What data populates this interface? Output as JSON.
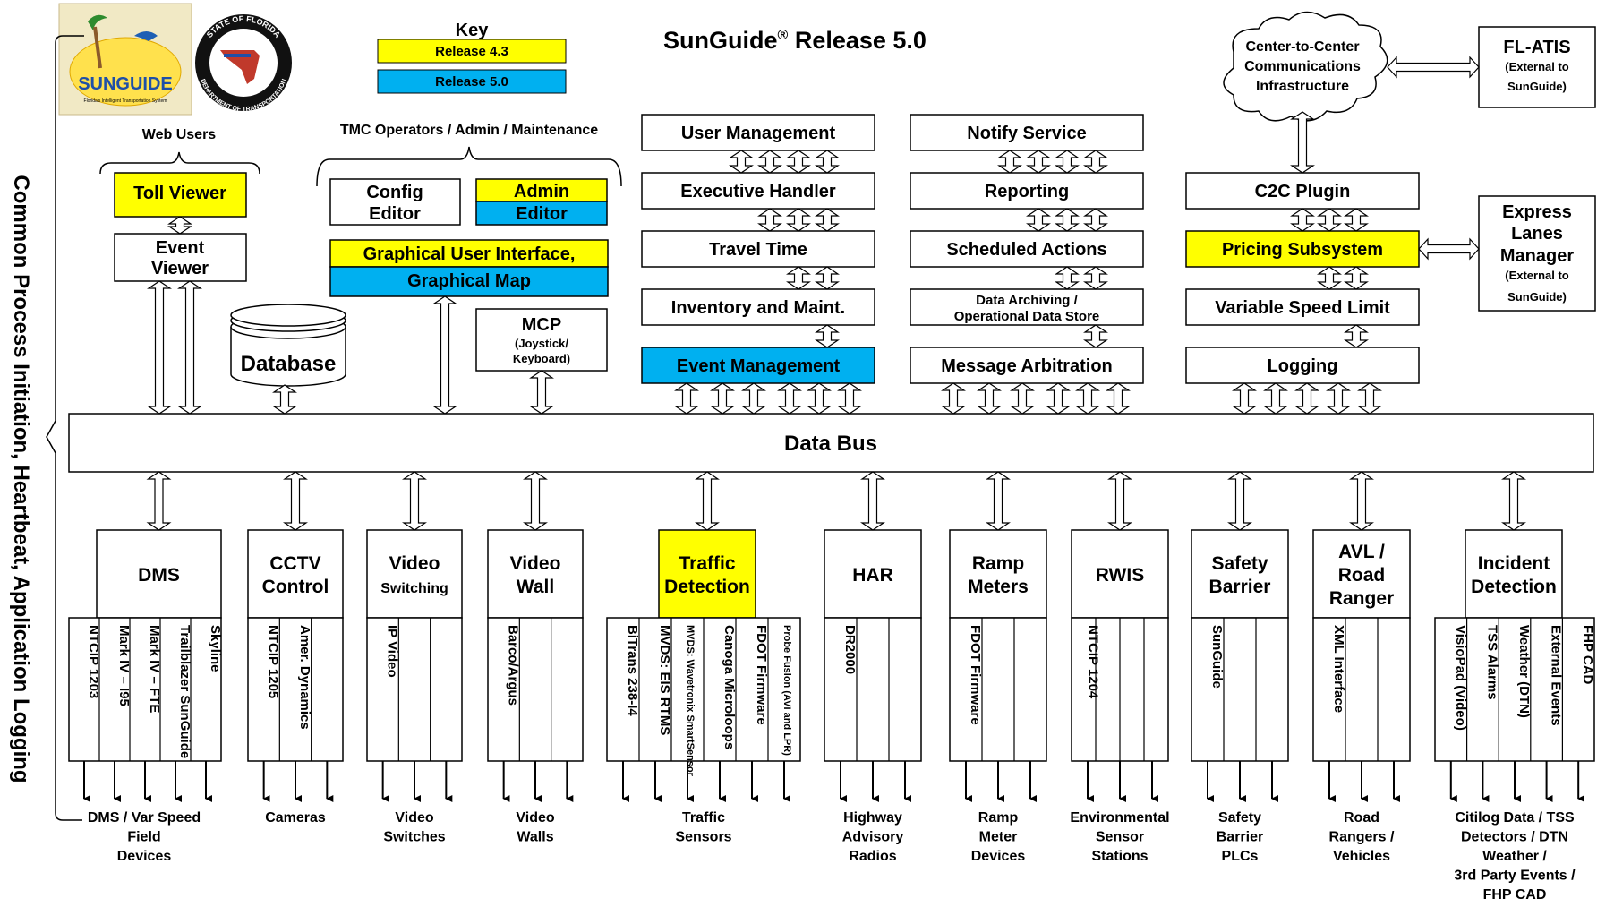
{
  "title": "SunGuide",
  "title_sup": "®",
  "title_rest": " Release 5.0",
  "logo_text": "SUNGUIDE",
  "logo_tagline": "Florida's Intelligent Transportation System",
  "seal_top": "STATE OF FLORIDA",
  "seal_bottom": "DEPARTMENT OF TRANSPORTATION",
  "side_label": "Common Process Initiation, Heartbeat, Application Logging",
  "colors": {
    "r43": "#ffff00",
    "r50": "#00b0f0",
    "line": "#000000"
  },
  "key": {
    "title": "Key",
    "r43": "Release 4.3",
    "r50": "Release 5.0"
  },
  "web_users": "Web Users",
  "toll_viewer": "Toll Viewer",
  "event_viewer": [
    "Event",
    "Viewer"
  ],
  "tmc_label": "TMC Operators / Admin / Maintenance",
  "config_editor": [
    "Config",
    "Editor"
  ],
  "admin_editor": [
    "Admin",
    "Editor"
  ],
  "gui": [
    "Graphical User Interface,",
    "Graphical Map"
  ],
  "database": "Database",
  "mcp": [
    "MCP",
    "(Joystick/",
    "Keyboard)"
  ],
  "col1": [
    "User Management",
    "Executive Handler",
    "Travel Time",
    "Inventory and Maint.",
    "Event Management"
  ],
  "col2": [
    "Notify Service",
    "Reporting",
    "Scheduled Actions",
    "Data Archiving /",
    "Operational Data Store",
    "Message Arbitration"
  ],
  "col3": [
    "C2C Plugin",
    "Pricing Subsystem",
    "Variable Speed Limit",
    "Logging"
  ],
  "cloud": [
    "Center-to-Center",
    "Communications",
    "Infrastructure"
  ],
  "flatis": [
    "FL-ATIS",
    "(External to",
    "SunGuide)"
  ],
  "elm": [
    "Express",
    "Lanes",
    "Manager",
    "(External to",
    "SunGuide)"
  ],
  "data_bus": "Data Bus",
  "subsystems": [
    {
      "name": [
        "DMS"
      ],
      "drivers": [
        "NTCIP 1203",
        "Mark IV – I95",
        "Mark IV – FTE",
        "Trailblazer SunGuide",
        "Skyline"
      ],
      "devices": [
        "DMS / Var Speed",
        "Field",
        "Devices"
      ]
    },
    {
      "name": [
        "CCTV",
        "Control"
      ],
      "drivers": [
        "NTCIP 1205",
        "Amer. Dynamics",
        ""
      ],
      "devices": [
        "Cameras"
      ]
    },
    {
      "name": [
        "Video",
        "Switching"
      ],
      "drivers": [
        "IP Video",
        "",
        ""
      ],
      "devices": [
        "Video",
        "Switches"
      ]
    },
    {
      "name": [
        "Video",
        "Wall"
      ],
      "drivers": [
        "Barco/Argus",
        "",
        ""
      ],
      "devices": [
        "Video",
        "Walls"
      ]
    },
    {
      "name": [
        "Traffic",
        "Detection"
      ],
      "drivers": [
        "BiTrans 238-I4",
        "MVDS: EIS RTMS",
        "MVDS: Wavetronix SmartSensor",
        "Canoga Microloops",
        "FDOT Firmware",
        "Probe Fusion (AVI and LPR)"
      ],
      "devices": [
        "Traffic",
        "Sensors"
      ]
    },
    {
      "name": [
        "HAR"
      ],
      "drivers": [
        "DR2000",
        "",
        ""
      ],
      "devices": [
        "Highway",
        "Advisory",
        "Radios"
      ]
    },
    {
      "name": [
        "Ramp",
        "Meters"
      ],
      "drivers": [
        "FDOT Firmware",
        "",
        ""
      ],
      "devices": [
        "Ramp",
        "Meter",
        "Devices"
      ]
    },
    {
      "name": [
        "RWIS"
      ],
      "drivers": [
        "NTCIP 1204",
        "",
        "",
        ""
      ],
      "devices": [
        "Environmental",
        "Sensor",
        "Stations"
      ]
    },
    {
      "name": [
        "Safety",
        "Barrier"
      ],
      "drivers": [
        "SunGuide",
        "",
        ""
      ],
      "devices": [
        "Safety",
        "Barrier",
        "PLCs"
      ]
    },
    {
      "name": [
        "AVL /",
        "Road",
        "Ranger"
      ],
      "drivers": [
        "XML Interface",
        "",
        ""
      ],
      "devices": [
        "Road",
        "Rangers /",
        "Vehicles"
      ]
    },
    {
      "name": [
        "Incident",
        "Detection"
      ],
      "drivers": [
        "VisioPad (Video)",
        "TSS Alarms",
        "Weather (DTN)",
        "External Events",
        "FHP CAD"
      ],
      "devices": [
        "Citilog Data / TSS",
        "Detectors / DTN",
        "Weather /",
        "3rd Party Events /",
        "FHP CAD"
      ]
    }
  ]
}
